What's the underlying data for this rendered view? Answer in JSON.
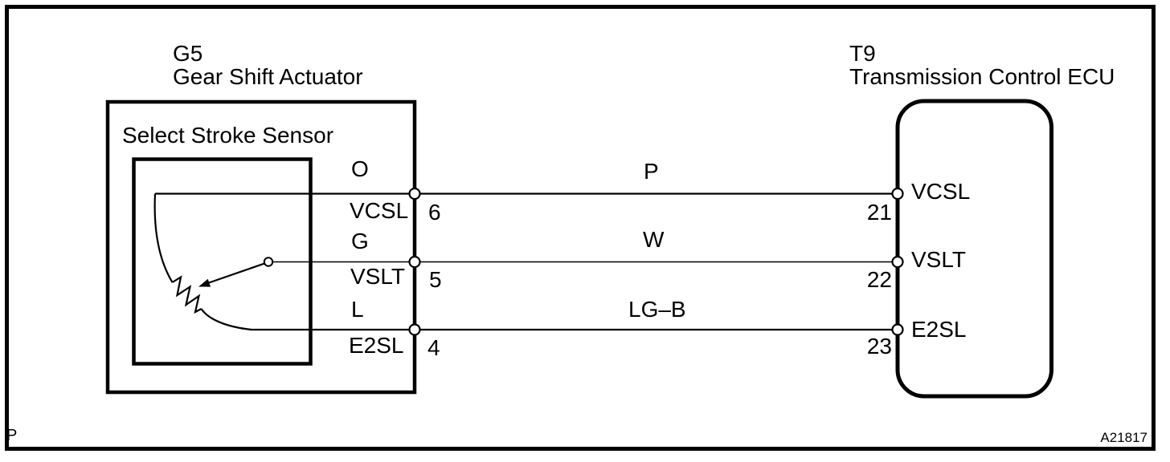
{
  "diagram": {
    "background_color": "#ffffff",
    "line_color": "#000000",
    "left_component": {
      "code": "G5",
      "name": "Gear Shift Actuator",
      "sensor_label": "Select Stroke Sensor"
    },
    "right_component": {
      "code": "T9",
      "name": "Transmission Control ECU"
    },
    "wires": [
      {
        "left_color_code": "O",
        "left_terminal": "VCSL",
        "left_pin": "6",
        "wire_color_code": "P",
        "right_pin": "21",
        "right_terminal": "VCSL"
      },
      {
        "left_color_code": "G",
        "left_terminal": "VSLT",
        "left_pin": "5",
        "wire_color_code": "W",
        "right_pin": "22",
        "right_terminal": "VSLT"
      },
      {
        "left_color_code": "L",
        "left_terminal": "E2SL",
        "left_pin": "4",
        "wire_color_code": "LG–B",
        "right_pin": "23",
        "right_terminal": "E2SL"
      }
    ],
    "footer": {
      "page_mark": "P",
      "figure_id": "A21817"
    }
  }
}
